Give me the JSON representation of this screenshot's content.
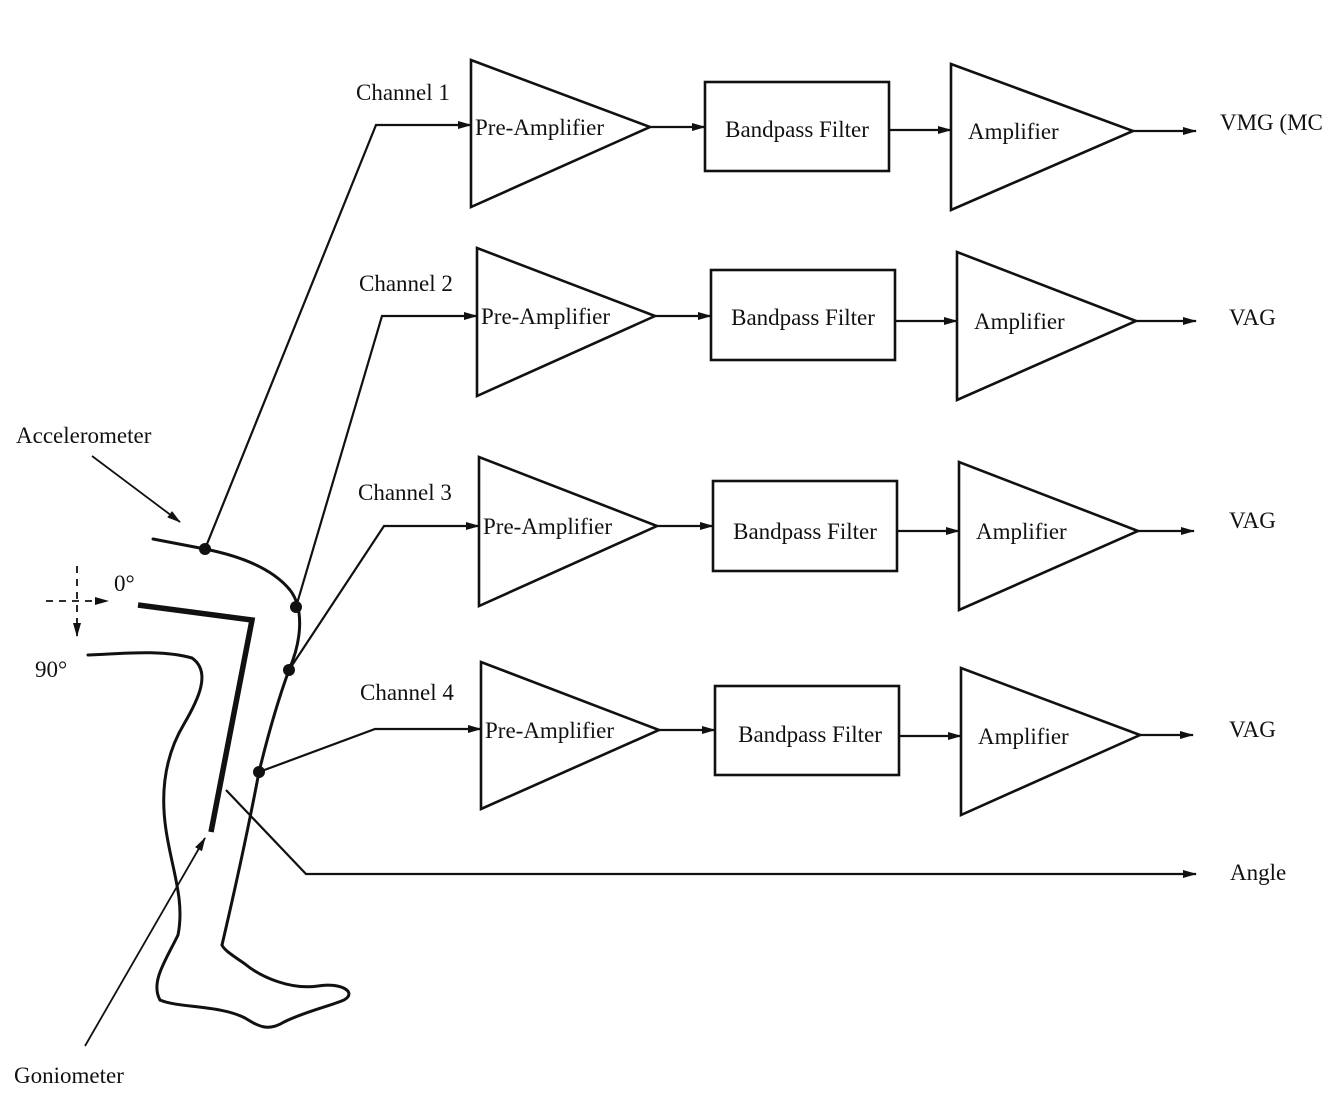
{
  "channels": [
    {
      "label": "Channel 1",
      "preamp": "Pre-Amplifier",
      "filter": "Bandpass Filter",
      "amp": "Amplifier",
      "output": "VMG (MC"
    },
    {
      "label": "Channel 2",
      "preamp": "Pre-Amplifier",
      "filter": "Bandpass Filter",
      "amp": "Amplifier",
      "output": "VAG"
    },
    {
      "label": "Channel 3",
      "preamp": "Pre-Amplifier",
      "filter": "Bandpass Filter",
      "amp": "Amplifier",
      "output": "VAG"
    },
    {
      "label": "Channel 4",
      "preamp": "Pre-Amplifier",
      "filter": "Bandpass Filter",
      "amp": "Amplifier",
      "output": "VAG"
    }
  ],
  "angle_output": "Angle",
  "sensors": {
    "accelerometer": "Accelerometer",
    "goniometer": "Goniometer"
  },
  "angles": {
    "zero": "0°",
    "ninety": "90°"
  }
}
